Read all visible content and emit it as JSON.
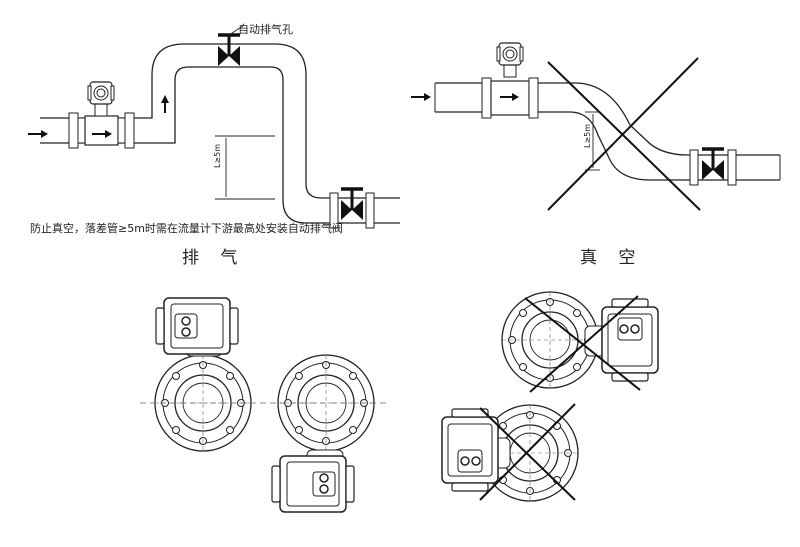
{
  "labels": {
    "auto_vent": "自动排气孔",
    "note": "防止真空，落差管≥5m时需在流量计下游最高处安装自动排气阀",
    "length_left": "L≥5m",
    "length_right": "L≥5m",
    "caption_left": "排 气",
    "caption_right": "真 空"
  },
  "colors": {
    "line": "#222222",
    "pipe": "#ffffff",
    "cross": "#111111"
  }
}
